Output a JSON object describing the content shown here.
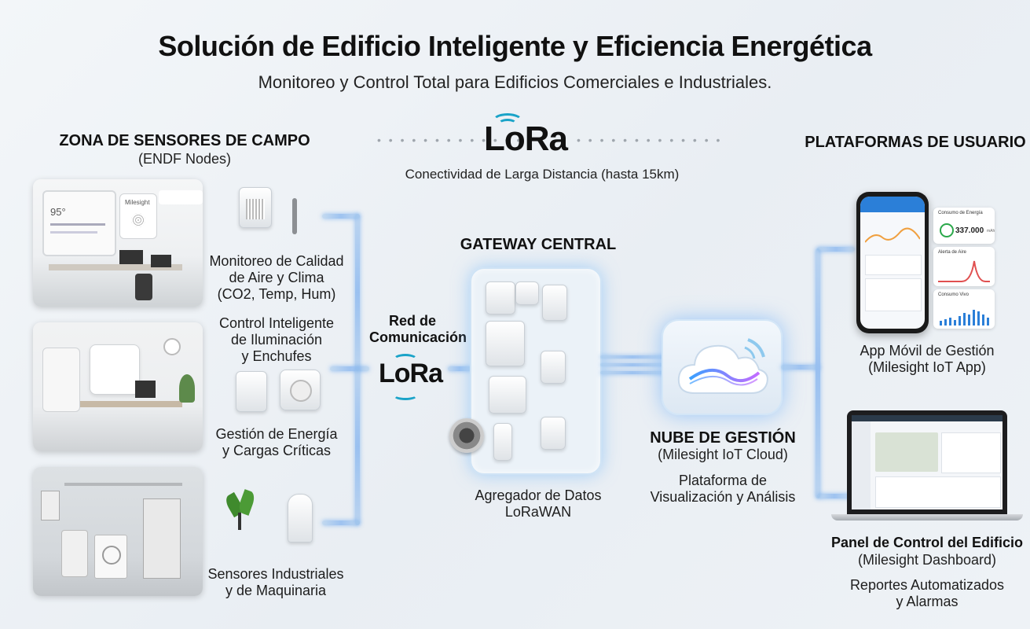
{
  "title": "Solución de Edificio Inteligente y Eficiencia Energética",
  "subtitle": "Monitoreo y Control Total para Edificios Comerciales e Industriales.",
  "sensors_zone": {
    "title": "ZONA DE SENSORES DE CAMPO",
    "subtitle": "(ENDF Nodes)"
  },
  "lora_top": {
    "logo": "LoRa",
    "caption": "Conectividad de Larga Distancia (hasta 15km)"
  },
  "user_platforms": {
    "title": "PLATAFORMAS DE USUARIO"
  },
  "sensor_groups": [
    {
      "line1": "Monitoreo de Calidad",
      "line2": "de Aire y Clima",
      "line3": "(CO2, Temp, Hum)"
    },
    {
      "line1": "Control Inteligente",
      "line2": "de Iluminación",
      "line3": "y Enchufes"
    },
    {
      "line1": "Gestión de Energía",
      "line2": "y Cargas Críticas"
    },
    {
      "line1": "Sensores Industriales",
      "line2": "y de Maquinaria"
    }
  ],
  "network": {
    "line1": "Red de",
    "line2": "Comunicación",
    "logo": "LoRa"
  },
  "gateway": {
    "title": "GATEWAY CENTRAL",
    "caption1": "Agregador de Datos",
    "caption2": "LoRaWAN"
  },
  "cloud": {
    "title": "NUBE DE GESTIÓN",
    "subtitle": "(Milesight IoT Cloud)",
    "caption1": "Plataforma de",
    "caption2": "Visualización y Análisis"
  },
  "app": {
    "line1": "App Móvil de Gestión",
    "line2": "(Milesight IoT App)",
    "cards": [
      {
        "title": "Consumo de Energía",
        "value": "337.000",
        "unit": "mAh"
      },
      {
        "title": "Alerta de Aire"
      },
      {
        "title": "Consumo Vivo"
      }
    ]
  },
  "dashboard": {
    "title": "Panel de Control del Edificio",
    "subtitle": "(Milesight Dashboard)",
    "caption1": "Reportes Automatizados",
    "caption2": "y Alarmas"
  },
  "device_labels": {
    "wall_display": "95°",
    "brand": "Milesight"
  },
  "colors": {
    "accent": "#1aa3c8",
    "glow": "#8ebcf0",
    "cloud_gradient_a": "#3aa0ff",
    "cloud_gradient_b": "#c46bff"
  }
}
